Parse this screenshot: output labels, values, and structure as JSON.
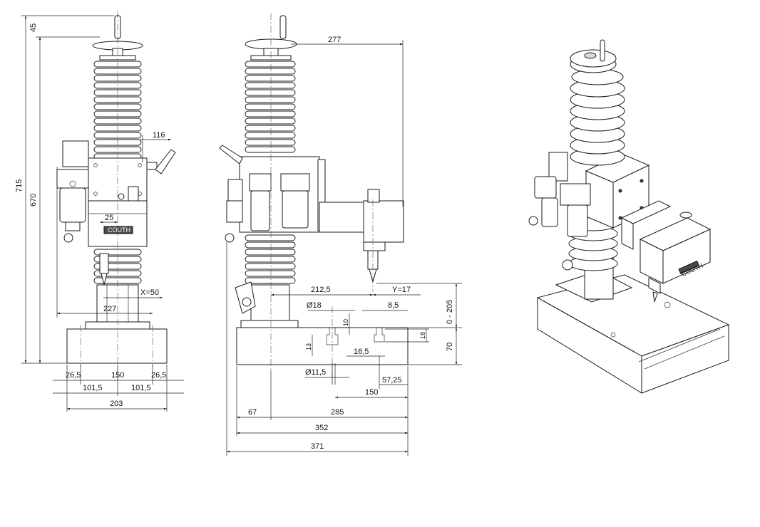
{
  "front_view": {
    "dim_45": "45",
    "dim_715": "715",
    "dim_670": "670",
    "dim_116": "116",
    "dim_25": "25",
    "dim_x50": "X=50",
    "dim_227": "227",
    "dim_26_5_left": "26,5",
    "dim_150": "150",
    "dim_26_5_right": "26,5",
    "dim_101_5_left": "101,5",
    "dim_101_5_right": "101,5",
    "dim_203": "203",
    "brand": "COUTH"
  },
  "side_view": {
    "dim_277": "277",
    "dim_212_5": "212,5",
    "dim_y17": "Y=17",
    "dim_0_205": "0 - 205",
    "dim_d18": "Ø18",
    "dim_8_5": "8,5",
    "dim_10": "10",
    "dim_18": "18",
    "dim_13": "13",
    "dim_16_5": "16,5",
    "dim_70": "70",
    "dim_d11_5": "Ø11,5",
    "dim_57_25": "57,25",
    "dim_150": "150",
    "dim_67": "67",
    "dim_285": "285",
    "dim_352": "352",
    "dim_371": "371"
  },
  "iso_view": {
    "brand": "COUTH"
  }
}
